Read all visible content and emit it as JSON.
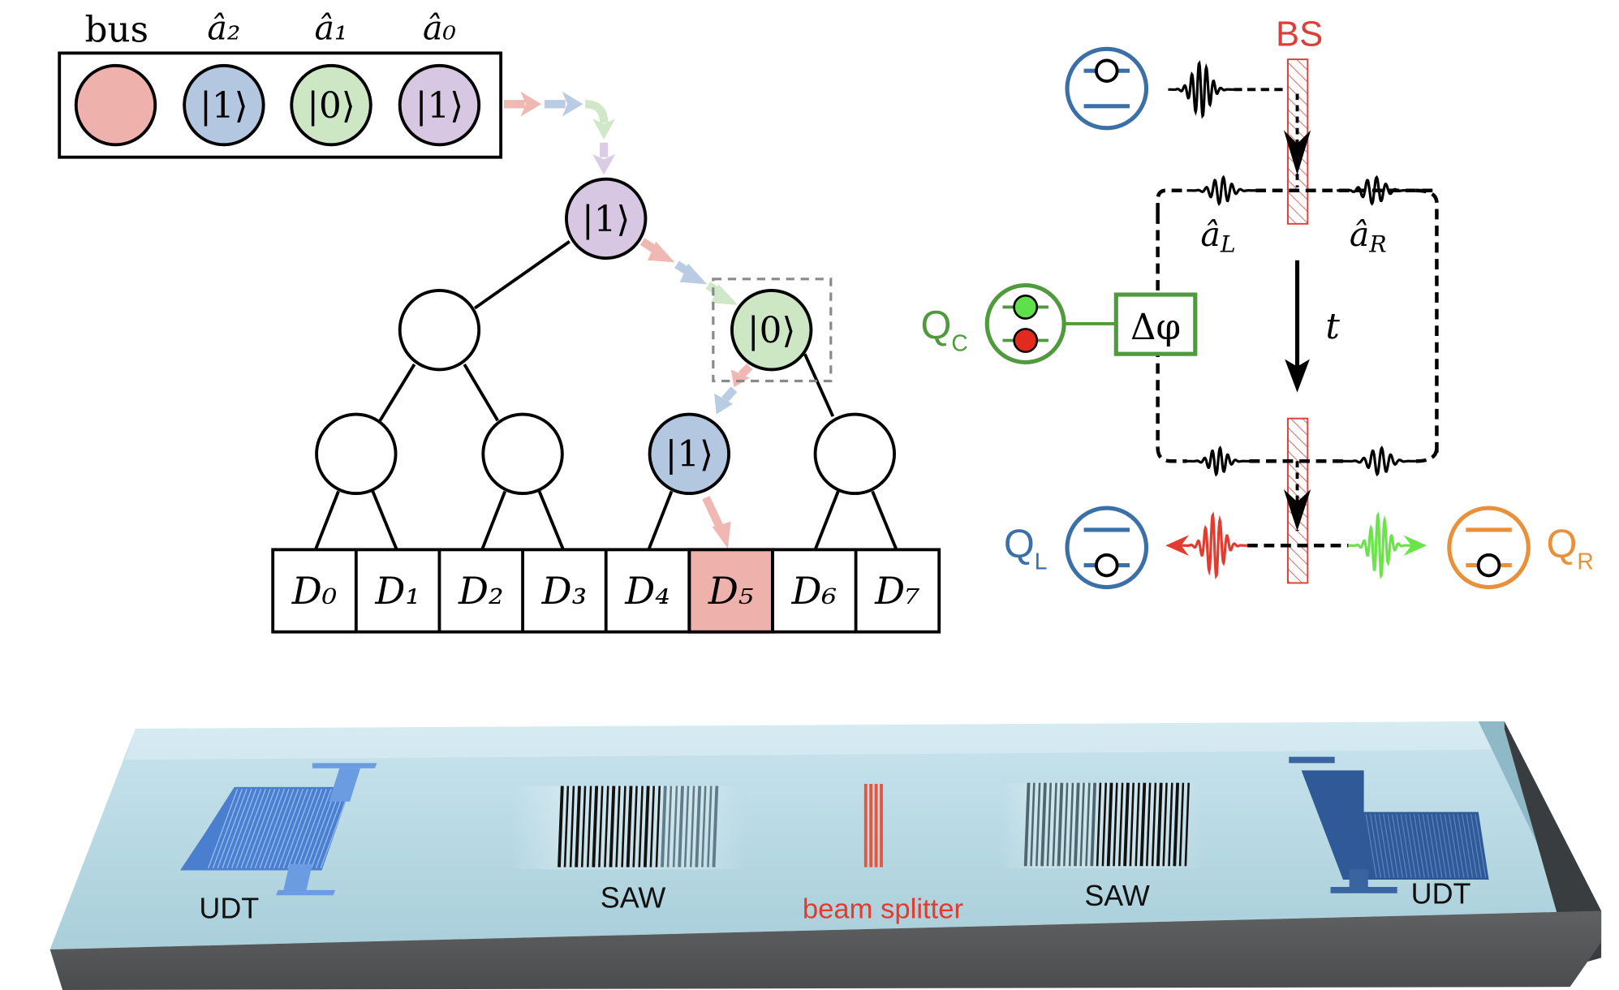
{
  "register": {
    "labels": [
      "bus",
      "â₂",
      "â₁",
      "â₀"
    ],
    "states": [
      "",
      "|1⟩",
      "|0⟩",
      "|1⟩"
    ],
    "colors": [
      "#EFB1AB",
      "#B3C7E0",
      "#CDE6C3",
      "#D7C7E2"
    ]
  },
  "tree": {
    "root_state": "|1⟩",
    "level1": [
      "",
      "|0⟩"
    ],
    "level2": [
      "",
      "",
      "|1⟩",
      ""
    ],
    "leaves": [
      "D₀",
      "D₁",
      "D₂",
      "D₃",
      "D₄",
      "D₅",
      "D₆",
      "D₇"
    ],
    "highlighted_leaf": "D₅",
    "highlight_color": "#EFB1AB"
  },
  "interferometer": {
    "bs_label": "BS",
    "mode_left": "âL",
    "mode_right": "âR",
    "time_label": "t",
    "phase_label": "Δφ",
    "qc_label": "Q",
    "qc_sub": "C",
    "ql_label": "Q",
    "ql_sub": "L",
    "qr_label": "Q",
    "qr_sub": "R",
    "colors": {
      "bs": "#D9403A",
      "ql": "#3A6FA8",
      "qc": "#4E9A3C",
      "qr": "#E8913A",
      "left_packet": "#E33B2E",
      "right_packet": "#6BE34A"
    }
  },
  "device": {
    "udt_left": "UDT",
    "saw_left": "SAW",
    "beam_splitter": "beam splitter",
    "saw_right": "SAW",
    "udt_right": "UDT"
  }
}
